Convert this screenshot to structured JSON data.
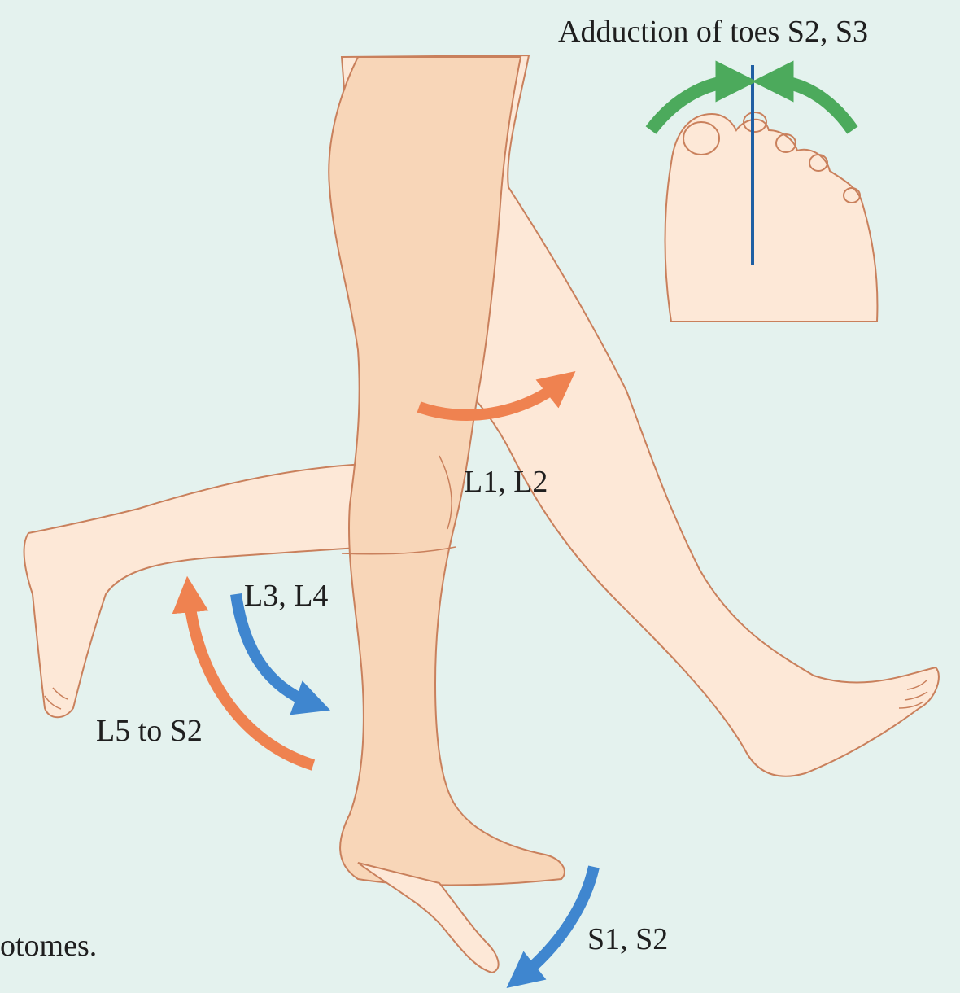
{
  "labels": {
    "adduction_toes": "Adduction of toes S2, S3",
    "hip_flexion": "L1, L2",
    "knee_extension": "L3, L4",
    "knee_flexion": "L5 to S2",
    "ankle_plantarflexion": "S1, S2",
    "caption_fragment": "otomes."
  },
  "colors": {
    "background": "#e4f2ee",
    "skin_light": "#fde6d3",
    "skin_dark": "#f7d4b6",
    "outline": "#c9805c",
    "arrow_orange": "#ef8250",
    "arrow_blue": "#3f86cf",
    "arrow_green": "#4caa5c",
    "midline": "#1f5fa3"
  },
  "icons": {
    "motion_arrows": "curved-arrow-icon"
  }
}
